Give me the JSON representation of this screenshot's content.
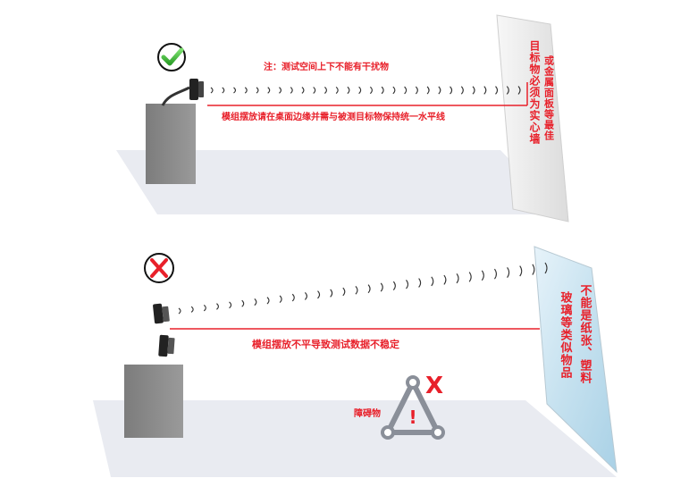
{
  "colors": {
    "accent_red": "#e8202a",
    "ok_green": "#3fbf3a",
    "floor": "#e9ebf1",
    "box": "#8a8a8a",
    "wall": "#ececec",
    "glass": "#cfe6f2",
    "wave": "#333333",
    "obstacle": "#8a8f99"
  },
  "top_panel": {
    "status_icon": "check-icon",
    "note": "注：测试空间上下不能有干扰物",
    "placement_rule": "模组摆放请在桌面边缘并需与被测目标物保持统一水平线",
    "target_requirement": "目标物必须为实心墙",
    "target_preference": "或金属面板等最佳"
  },
  "bottom_panel": {
    "status_icon": "cross-icon",
    "warning": "模组摆放不平导致测试数据不稳定",
    "obstacle_label": "障碍物",
    "obstacle_mark": "X",
    "obstacle_exclamation": "!",
    "target_prohibition_1": "不能是纸张、塑料",
    "target_prohibition_2": "玻璃等类似物品"
  }
}
